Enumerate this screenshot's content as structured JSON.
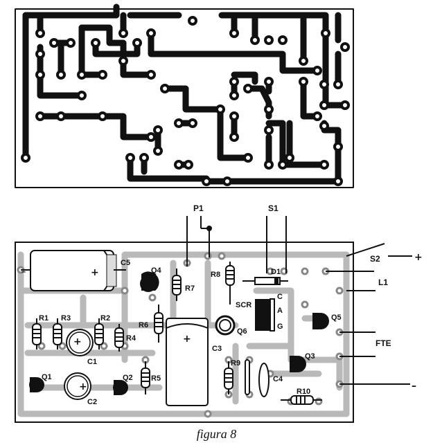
{
  "caption": "figura 8",
  "labels": {
    "p1": "P1",
    "s1": "S1",
    "s2": "S2",
    "plus_terminal": "+",
    "c5": "C5",
    "q4": "Q4",
    "r7": "R7",
    "r8": "R8",
    "d1": "D1",
    "l1": "L1",
    "r1": "R1",
    "r3": "R3",
    "r2": "R2",
    "r4": "R4",
    "r6": "R6",
    "c1": "C1",
    "scr": "SCR",
    "pin_c": "C",
    "pin_a": "A",
    "pin_g": "G",
    "q6": "Q6",
    "q5": "Q5",
    "c3": "C3",
    "fte": "FTE",
    "q1": "Q1",
    "q2": "Q2",
    "r5": "R5",
    "r9": "R9",
    "q3": "Q3",
    "c4": "C4",
    "c2": "C2",
    "r10": "R10",
    "minus_terminal": "–",
    "c5_plus": "+",
    "c5_minus": "–",
    "c3_plus": "+",
    "c1_plus": "+",
    "c2_plus": "+"
  },
  "colors": {
    "trace": "#111111",
    "board_shade": "#b9b9b9",
    "paper": "#ffffff"
  }
}
